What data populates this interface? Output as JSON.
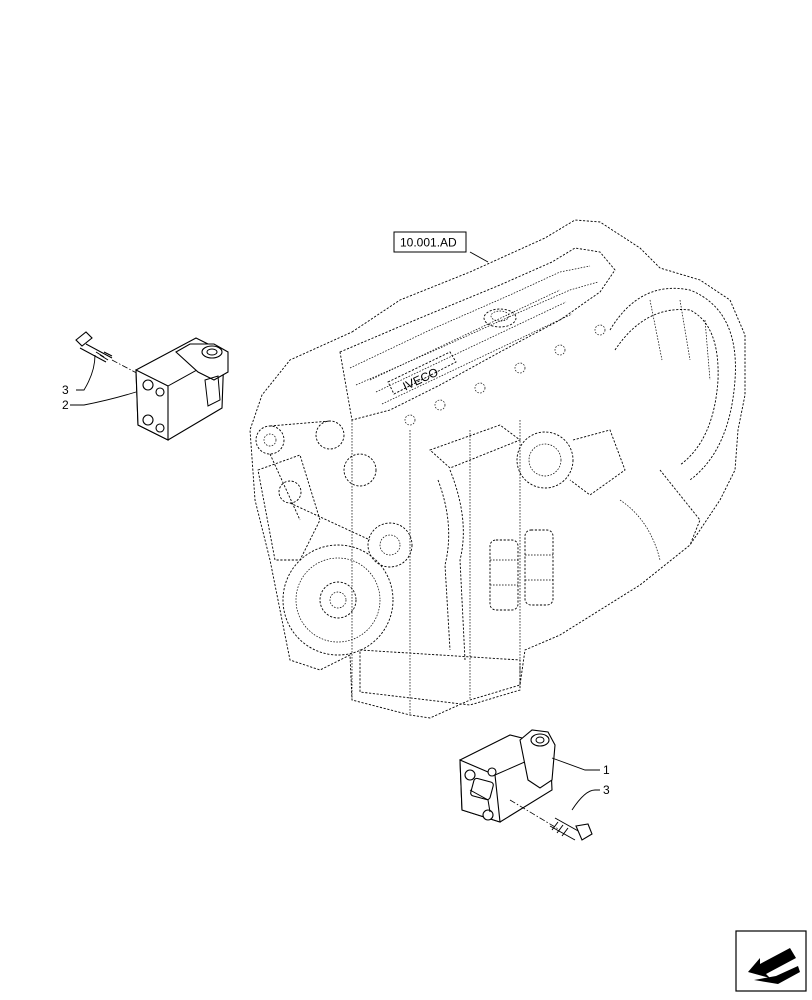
{
  "diagram": {
    "reference_box": "10.001.AD",
    "engine_logo_text": "IVECO",
    "callouts_left": [
      {
        "number": "3"
      },
      {
        "number": "2"
      }
    ],
    "callouts_right": [
      {
        "number": "1"
      },
      {
        "number": "3"
      }
    ]
  },
  "icons": {
    "navigation": "arrow-back-icon"
  }
}
